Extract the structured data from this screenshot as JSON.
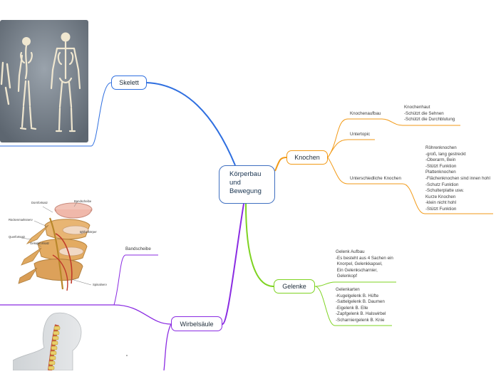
{
  "root": {
    "label": "Körperbau\nund\nBewegung"
  },
  "topics": {
    "skelett": {
      "label": "Skelett"
    },
    "knochen": {
      "label": "Knochen"
    },
    "gelenke": {
      "label": "Gelenke"
    },
    "wirbelsaeule": {
      "label": "Wirbelsäule"
    }
  },
  "knochen": {
    "knochenaufbau": "Knochenaufbau",
    "knochenaufbau_detail": "Knochenhaut\n-Schützt die Sehnen\n-Schützt die Durchblutung",
    "untertopic": "Untertopic",
    "unterschiedliche": "Unterschiedliche Knochen",
    "unterschiedliche_detail": "Röhrenknochen\n-groß, lang gestreckt\n-Oberarm, Bein\n-Stützt Funktion\nPlattenknochen\n-Flächenknochen sind innen hohl\n-Schutz Funktion\n-Schulterplatte usw.\nKurze Knochen\n-klein nicht hohl\n-Stützt Funktion"
  },
  "gelenke": {
    "aufbau": "Gelenk Aufbau\n-Es besteht aus 4 Sachen ein\n Knorpel, Gelenkkapsel,\n Ein Gelenkscharnier,\n Gelenkopf",
    "arten": "Gelenkarten\n-Kugelgelenk B. Hüfte\n-Sattelgelenk B. Daumen\n-Eigelenk B. Elle\n-Zapfgelenk B. Halswirbel\n-Scharniergelenk B. Knie"
  },
  "wirbelsaeule": {
    "bandscheibe": "Bandscheibe"
  },
  "spine_labels": {
    "dornfortsatz": "Dornfortsatz",
    "bandscheibe": "Bandscheibe",
    "rueckenmarksnerv": "Rückenmarksnerv",
    "wirbelkoerper": "Wirbelkörper",
    "querfortsatz": "Querfortsatz",
    "gelenkfortsatz": "Gelenkfortsatz",
    "spinalnerv": "Spinalnerv"
  },
  "colors": {
    "root": "#3f6fc0",
    "skelett": "#2f6fe0",
    "knochen": "#f29a17",
    "gelenke": "#7ed321",
    "wirbelsaeule": "#8a2be2"
  }
}
